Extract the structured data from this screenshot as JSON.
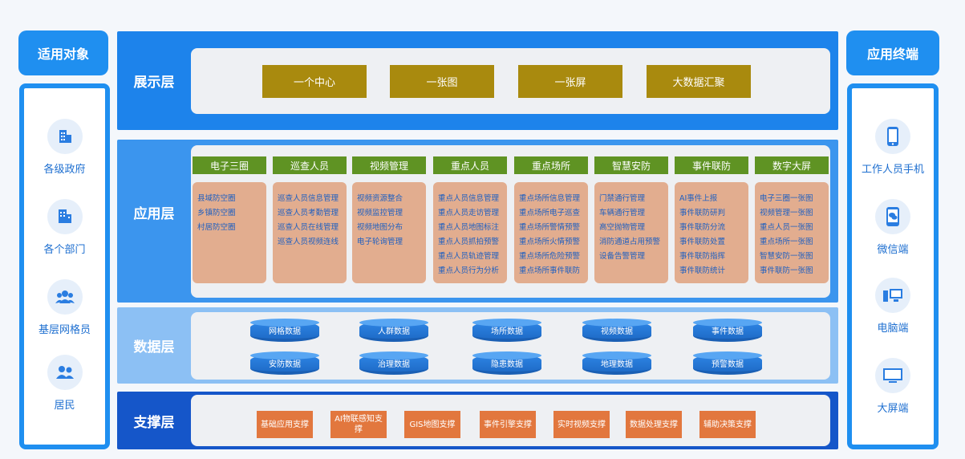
{
  "left_panel": {
    "title": "适用对象",
    "items": [
      {
        "label": "各级政府",
        "icon": "government-building-icon"
      },
      {
        "label": "各个部门",
        "icon": "department-building-icon"
      },
      {
        "label": "基层网格员",
        "icon": "group-people-icon"
      },
      {
        "label": "居民",
        "icon": "residents-icon"
      }
    ]
  },
  "right_panel": {
    "title": "应用终端",
    "items": [
      {
        "label": "工作人员手机",
        "icon": "mobile-phone-icon"
      },
      {
        "label": "微信端",
        "icon": "wechat-icon"
      },
      {
        "label": "电脑端",
        "icon": "desktop-computer-icon"
      },
      {
        "label": "大屏端",
        "icon": "big-screen-icon"
      }
    ]
  },
  "layers": {
    "display": {
      "label": "展示层",
      "boxes": [
        "一个中心",
        "一张图",
        "一张屏",
        "大数据汇聚"
      ]
    },
    "application": {
      "label": "应用层",
      "columns": [
        {
          "head": "电子三圈",
          "items": [
            "县域防空圈",
            "乡镇防空圈",
            "村居防空圈"
          ]
        },
        {
          "head": "巡查人员",
          "items": [
            "巡查人员信息管理",
            "巡查人员考勤管理",
            "巡查人员在线管理",
            "巡查人员视频连线"
          ]
        },
        {
          "head": "视频管理",
          "items": [
            "视频资源整合",
            "视频监控管理",
            "视频地图分布",
            "电子轮询管理"
          ]
        },
        {
          "head": "重点人员",
          "items": [
            "重点人员信息管理",
            "重点人员走访管理",
            "重点人员地图标注",
            "重点人员抓拍预警",
            "重点人员轨迹管理",
            "重点人员行为分析"
          ]
        },
        {
          "head": "重点场所",
          "items": [
            "重点场所信息管理",
            "重点场所电子巡查",
            "重点场所警情预警",
            "重点场所火情预警",
            "重点场所危险预警",
            "重点场所事件联防"
          ]
        },
        {
          "head": "智慧安防",
          "items": [
            "门禁通行管理",
            "车辆通行管理",
            "高空抛物管理",
            "消防通道占用预警",
            "设备告警管理"
          ]
        },
        {
          "head": "事件联防",
          "items": [
            "AI事件上报",
            "事件联防研判",
            "事件联防分流",
            "事件联防处置",
            "事件联防指挥",
            "事件联防统计"
          ]
        },
        {
          "head": "数字大屏",
          "items": [
            "电子三圈一张图",
            "视频管理一张图",
            "重点人员一张图",
            "重点场所一张图",
            "智慧安防一张图",
            "事件联防一张图"
          ]
        }
      ]
    },
    "data": {
      "label": "数据层",
      "row1": [
        "网格数据",
        "人群数据",
        "场所数据",
        "视频数据",
        "事件数据"
      ],
      "row2": [
        "安防数据",
        "治理数据",
        "隐患数据",
        "地理数据",
        "预警数据"
      ]
    },
    "support": {
      "label": "支撑层",
      "boxes": [
        "基础应用支撑",
        "AI物联感知支撑",
        "GIS地图支撑",
        "事件引擎支撑",
        "实时视频支撑",
        "数据处理支撑",
        "辅助决策支撑"
      ]
    }
  },
  "colors": {
    "accent_blue": "#1f8ff0",
    "display_layer": "#1d83eb",
    "app_layer": "#3b95ee",
    "data_layer": "#8cc0f4",
    "support_layer": "#1556c9",
    "gold_box": "#a98a0e",
    "green_head": "#5f9323",
    "salmon_body": "#e2ad8f",
    "orange_box": "#e2773e"
  }
}
